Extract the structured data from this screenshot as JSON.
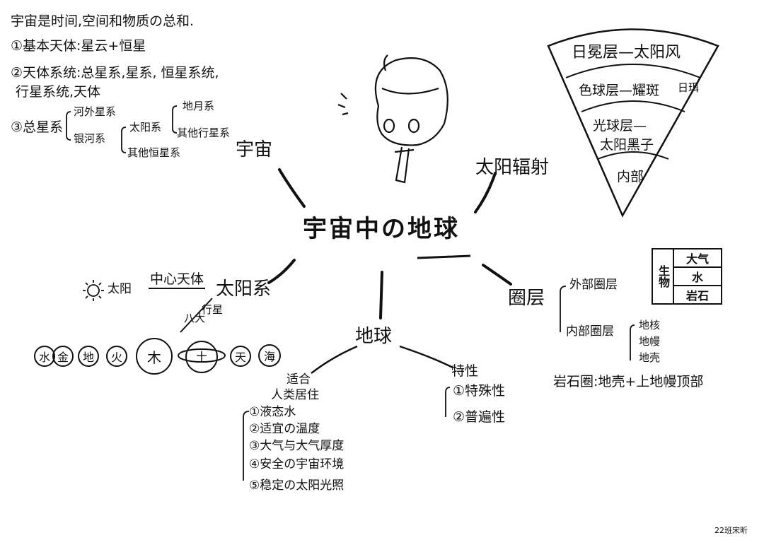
{
  "center": {
    "title": "宇宙中の地球"
  },
  "universe": {
    "label": "宇宙",
    "definition": "宇宙是时间,空间和物质の总和.",
    "items": [
      "①基本天体:星云+恒星",
      "②天体系统:总星系,星系, 恒星系统,",
      "行星系统,天体"
    ],
    "tree": {
      "root": "③总星系",
      "a": "河外星系",
      "b": "银河系",
      "b1": "太阳系",
      "b2": "其他恒星系",
      "c1": "地月系",
      "c2": "其他行星系"
    }
  },
  "atmosphere_fan": {
    "layers": [
      "日冕层—太阳风",
      "色球层—耀斑",
      "日珥",
      "光球层—",
      "太阳黑子",
      "内部"
    ]
  },
  "radiation": {
    "label": "太阳辐射"
  },
  "solar_system": {
    "label": "太阳系",
    "center_body": "中心天体",
    "sun": "太阳",
    "eight": "八大",
    "planets_word": "行星",
    "planets": [
      "水",
      "金",
      "地",
      "火",
      "木",
      "土",
      "天",
      "海"
    ]
  },
  "earth": {
    "label": "地球",
    "habitable_title_1": "适合",
    "habitable_title_2": "人类居住",
    "conditions": [
      "①液态水",
      "②适宜の温度",
      "③大气与大气厚度",
      "④安全の宇宙环境",
      "⑤稳定の太阳光照"
    ],
    "traits_title": "特性",
    "traits": [
      "①特殊性",
      "②普遍性"
    ]
  },
  "spheres": {
    "label": "圈层",
    "outer": "外部圈层",
    "inner": "内部圈层",
    "inner_items": [
      "地核",
      "地幔",
      "地壳"
    ],
    "lithosphere": "岩石圈:地壳+上地幔顶部",
    "box": {
      "bio": "生物",
      "air": "大气",
      "water": "水",
      "rock": "岩石"
    }
  },
  "signature": "22班宋昕"
}
